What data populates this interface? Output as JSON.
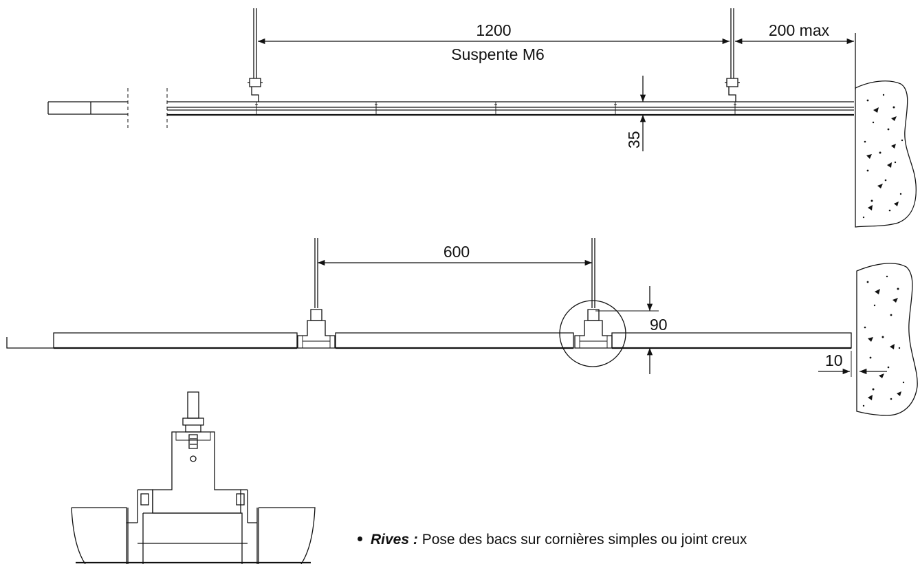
{
  "top_view": {
    "span_label": "1200",
    "hanger_label": "Suspente M6",
    "edge_label": "200 max",
    "depth_label": "35"
  },
  "middle_view": {
    "span_label": "600",
    "height_label": "90",
    "gap_label": "10"
  },
  "note": {
    "title": "Rives :",
    "text": "Pose des bacs sur cornières simples ou joint creux"
  }
}
